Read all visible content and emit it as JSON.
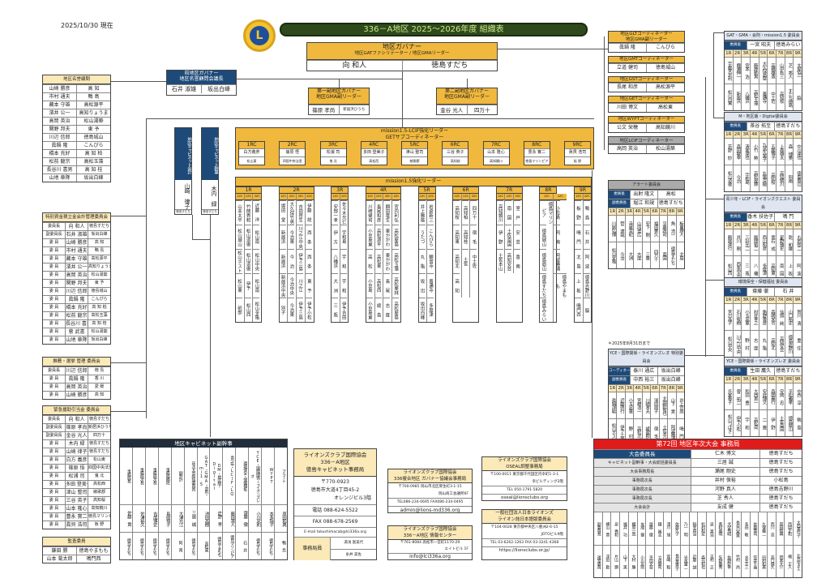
{
  "date": "2025/10/30 現在",
  "logo_text": "L",
  "title": "336－A地区 2025～2026年度 組織表",
  "governor": {
    "title": "地区ガバナー",
    "subtitle": "地区GATファシリテーター / 地区GMAリーダー",
    "name": "向 和人",
    "club": "徳島すだち"
  },
  "former_governor": {
    "title": "前地区ガバナー",
    "subtitle": "地区名誉顧問会議長",
    "name": "石井 淑雄",
    "club": "坂出白峰"
  },
  "vice1": {
    "title": "第一副地区ガバナー",
    "subtitle": "地区GMA副リーダー",
    "name": "篠原 孝尚",
    "club": "新居浜ひうち"
  },
  "vice2": {
    "title": "第二副地区ガバナー",
    "subtitle": "地区GMA副リーダー",
    "name": "金谷 光人",
    "club": "四万十"
  },
  "treasurer": {
    "title": "地区キャビネット会計",
    "name": "山崎 律子",
    "club": "徳島すだち"
  },
  "secretary": {
    "title": "地区キャビネット幹事",
    "name": "木内 緑",
    "club": "徳島すだち"
  },
  "tables": {
    "honorary": {
      "title": "地区名誉顧問",
      "rows": [
        [
          "山崎 勝彦",
          "高 知"
        ],
        [
          "市村 通夫",
          "鴨 島"
        ],
        [
          "藏本 守雄",
          "高松源平"
        ],
        [
          "濱井 公一",
          "高知りょうま"
        ],
        [
          "高岡 英治",
          "松山湯築"
        ],
        [
          "関野 邦夫",
          "東 予"
        ],
        [
          "川辺 信郎",
          "徳島城山"
        ],
        [
          "眞鍋 隆",
          "こんぴら"
        ],
        [
          "橋本 充好",
          "高 知 柏"
        ],
        [
          "松前 龍宗",
          "高松玉藻"
        ],
        [
          "長谷川 喜男",
          "高 知 桂"
        ],
        [
          "山地 章降",
          "坂出白峰"
        ]
      ]
    },
    "fund": {
      "title": "特別資金積立金会計管理委員会",
      "rows": [
        [
          "委員長",
          "向 和人",
          "徳島すだち"
        ],
        [
          "副委員長",
          "石井 淑雄",
          "坂出白峰"
        ],
        [
          "委 員",
          "山崎 勝彦",
          "高 知"
        ],
        [
          "委 員",
          "市村 通夫",
          "鴨 島"
        ],
        [
          "委 員",
          "藏本 守雄",
          "高松源平"
        ],
        [
          "委 員",
          "濱井 公一",
          "高知りょうま"
        ],
        [
          "委 員",
          "高岡 英治",
          "松山湯築"
        ],
        [
          "委 員",
          "関野 邦夫",
          "東 予"
        ],
        [
          "委 員",
          "川辺 信郎",
          "徳島城山"
        ],
        [
          "委 員",
          "眞鍋 隆",
          "こんぴら"
        ],
        [
          "委 員",
          "橋本 充好",
          "高 知 柏"
        ],
        [
          "委 員",
          "松前 龍宗",
          "高松玉藻"
        ],
        [
          "委 員",
          "長谷川 喜男",
          "高 知 桂"
        ],
        [
          "委 員",
          "菅 武書",
          "松山湯築"
        ],
        [
          "委 員",
          "山地 章降",
          "坂出白峰"
        ]
      ]
    },
    "nomination": {
      "title": "推薦・選挙 管理 委員会",
      "rows": [
        [
          "委員長",
          "川辺 信郎",
          "徳 島"
        ],
        [
          "委 員",
          "眞鍋 隆",
          "香 川"
        ],
        [
          "委 員",
          "高岡 英治",
          "愛 媛"
        ],
        [
          "委 員",
          "山崎 勝彦",
          "高 知"
        ]
      ]
    },
    "emergency": {
      "title": "緊急援助引当金 委員会",
      "rows": [
        [
          "委員長",
          "向 和人",
          "徳島すだち"
        ],
        [
          "副委員長",
          "篠原 孝尚",
          "新居浜ひうち"
        ],
        [
          "副委員長",
          "金谷 光人",
          "四万十"
        ],
        [
          "委 員",
          "木内 緑",
          "徳島すだち"
        ],
        [
          "委 員",
          "山崎 律子",
          "徳島すだち"
        ],
        [
          "委 員",
          "白方 義彦",
          "松山東"
        ],
        [
          "委 員",
          "篠原 悟",
          "四国中央法皇"
        ],
        [
          "委 員",
          "松浦 司",
          "鬼 北"
        ],
        [
          "委 員",
          "多田 登美子",
          "高松西"
        ],
        [
          "委 員",
          "津山 整司",
          "綾歌郡"
        ],
        [
          "委 員",
          "三谷 英子",
          "高知桜"
        ],
        [
          "委 員",
          "山本 隆心",
          "高知鏡川"
        ],
        [
          "委 員",
          "豊永 實二",
          "徳島マリンピア"
        ],
        [
          "委 員",
          "眞貝 浩司",
          "板 野"
        ]
      ]
    },
    "audit": {
      "title": "監査委員",
      "rows": [
        [
          "鎌田 勝",
          "徳島やまもも"
        ],
        [
          "山本 菊太郎",
          "鳴門西"
        ]
      ]
    }
  },
  "coordinators": [
    {
      "title": "地区GLTコーディネーター",
      "subtitle": "地区GMA副リーダー",
      "name": "眞鍋 隆",
      "club": "こんぴら"
    },
    {
      "title": "地区GMTコーディネーター",
      "name": "立道 健司",
      "club": "徳島城山"
    },
    {
      "title": "地区GSTコーディネーター",
      "name": "長尾 和彦",
      "club": "高松源平"
    },
    {
      "title": "地区GETコーディネーター",
      "name": "川田 博文",
      "club": "高松東"
    },
    {
      "title": "地区WYPTコーディネーター",
      "name": "公文 栄穂",
      "club": "高知鏡川"
    },
    {
      "title": "地区LCIFコーディネーター",
      "name": "高岡 英治",
      "club": "松山湯築"
    }
  ],
  "zones_label": [
    "1R",
    "2R",
    "3R",
    "4R",
    "5R",
    "6R",
    "7R",
    "8R",
    "9R"
  ],
  "committees": {
    "gat": {
      "title": "GAT・GMA・会則・mission1.5 委員会",
      "officers": [
        [
          "委員長",
          "一宮 昭夫",
          "徳島みらい"
        ]
      ],
      "names": [
        "宇都宮京利",
        "鹿瀬伸一",
        "宮本 浩",
        "藤原勤男",
        "大久保高章",
        "高橋雄造",
        "山中秋三",
        "芝 秀人",
        "大屋協一"
      ],
      "clubs": [
        "松山白鷺",
        "新居浜",
        "八幡浜",
        "高松玉藻",
        "善通寺",
        "中土佐",
        "高知桜",
        "すだち徳島",
        "脇"
      ]
    },
    "digital": {
      "title": "M・地区版・Digital委員会",
      "officers": [
        [
          "委員長",
          "茶谷 拓至",
          "徳島すだち"
        ]
      ],
      "names": [
        "芳野 妙",
        "森田敏幸",
        "清家達也",
        "小竹 勲",
        "九冨久美子",
        "五藤博子",
        "上森雄太",
        "森 博美",
        "中川達也"
      ],
      "clubs": [
        "松山道後",
        "今治",
        "宇和島",
        "高松屋林",
        "丸亀京極",
        "高知桜",
        "高知鏡川",
        "阿南",
        "徳島眉山"
      ]
    },
    "alert": {
      "title": "アラート委員会",
      "officers": [
        [
          "委員長",
          "出射 隆文",
          "高松"
        ],
        [
          "副委員長",
          "堀江 和規",
          "徳島すだち"
        ]
      ],
      "names": [
        "川居弘博",
        "菅 達哉",
        "寺尾幸紀",
        "山内勇広",
        "安下 剛",
        "福田美久",
        "平藤政司",
        "角 浩一",
        "板東理人"
      ],
      "clubs": [
        "松山全亀",
        "今治",
        "大洲",
        "志度",
        "三豊",
        "四万十",
        "南国",
        "徳島すだち",
        "北島"
      ]
    },
    "youth": {
      "title": "青少年・LCIF・ライオンズクエスト 委員会",
      "officers": [
        [
          "委員長",
          "香木 扶佐子",
          "鳴 門"
        ]
      ],
      "names": [
        "鶴居達行",
        "井川 剛",
        "三好光二",
        "飯間裕二",
        "西山昭彦",
        "竜石 成",
        "星野雅史",
        "乾 和雄",
        "丸若修二"
      ],
      "clubs": [
        "松山西",
        "西条中央",
        "三 瓶",
        "八 幡",
        "多度津",
        "高知東",
        "南 国",
        "上 板",
        "阿 波"
      ]
    },
    "env": {
      "title": "環境保全・保健福祉 委員会",
      "officers": [
        [
          "委員長",
          "齋藤 徹",
          "石 井"
        ]
      ],
      "names": [
        "宮川晶子",
        "石川俊樹",
        "小玉忠重",
        "村井孝之",
        "角野貴彦",
        "森崎栄市",
        "仙頭 純",
        "山口裕史",
        "賀川 清"
      ],
      "clubs": [
        "松山中央",
        "川之江中央",
        "野 村",
        "志 度",
        "丸 亀",
        "高知北",
        "高知安芸",
        "徳島吉野川",
        "重 住"
      ]
    },
    "yce": {
      "title": "YCE・国際関係・ライオンズレオ 委員会",
      "officers": [
        [
          "委員長",
          "生田 鷹久",
          "徳島すだち"
        ]
      ],
      "names": [
        "氏家泰子",
        "曽 祐二",
        "和田 豊",
        "大西恵一",
        "安武博文",
        "森岡義行",
        "安岡 忠",
        "平松義孝",
        "中西 淳"
      ],
      "clubs": [
        "松山つばき",
        "伊予小松",
        "宇 和",
        "高松南",
        "二 豊",
        "伊 野",
        "土佐南国",
        "徳島城山",
        "鴨 島"
      ]
    },
    "yce_special": {
      "note": "＊2025年8月31日まで",
      "title": "YCE・国際関係・ライオンズレオ 特別委員会",
      "officers": [
        [
          "コーディネーター",
          "泰川 通広",
          "坂出白峰"
        ],
        [
          "副委員長",
          "中西 裕三",
          "坂出白峰"
        ]
      ],
      "names": [
        "眞鍋洋聡",
        "近藤啓行",
        "小玉忠重",
        "宮崎浩一",
        "川崎孝夫",
        "濱田周子",
        "北岡野智也",
        "山下 実",
        "井上宜高"
      ],
      "clubs": [
        "松山ホスト",
        "伊予土居",
        "野 村",
        "高松北",
        "綾歌郡",
        "宿 毛",
        "土佐本山",
        "阿波勝浦",
        "鳴 門"
      ]
    }
  },
  "mission_rc": {
    "title": "mission1.5-LCIF強化リーダー",
    "subtitle": "GETサブコーディネーター",
    "items": [
      [
        "1RC",
        "白方義彦",
        "松山東"
      ],
      [
        "2RC",
        "篠原 悟",
        "四国中央法皇"
      ],
      [
        "3RC",
        "松浦 司",
        "鬼 北"
      ],
      [
        "4RC",
        "多田 登美子",
        "高松西"
      ],
      [
        "5RC",
        "津山 整司",
        "綾歌郡"
      ],
      [
        "6RC",
        "三谷 英子",
        "高知桜"
      ],
      [
        "7RC",
        "山本 隆心",
        "高知鏡川"
      ],
      [
        "8RC",
        "豊永 實二",
        "徳島マリンピア"
      ],
      [
        "9RC",
        "眞貝 浩司",
        "板 野"
      ]
    ]
  },
  "mission_zone": {
    "title": "mission1.5強化リーダー",
    "zones": [
      {
        "label": "1R",
        "cols": [
          [
            "1ZC",
            "山本太平",
            "松山城山",
            "松山ホスト",
            "松山東",
            "砥部"
          ],
          [
            "2ZC",
            "竹岡秀和",
            "松山道後",
            "松山道後",
            "伊予",
            "松山西"
          ],
          [
            "3ZC",
            "近藤 洋",
            "松山南",
            "松山中央",
            "松山南",
            "松山全亀"
          ]
        ]
      },
      {
        "label": "2R",
        "cols": [
          [
            "1ZC",
            "堀田 堂",
            "新居浜",
            "新居浜",
            "新居浜中央",
            "別子"
          ],
          [
            "2ZC",
            "大久保竹男",
            "今治東",
            "今 治",
            "今治中央",
            "今治東"
          ],
          [
            "3ZC",
            "吉田啓生",
            "川之江中央",
            "伊予三島",
            "川之江",
            "伊予三島"
          ],
          [
            "4ZC",
            "伊藤 総",
            "西 条",
            "西 条",
            "東 予",
            "伊予小松"
          ]
        ]
      },
      {
        "label": "3R",
        "cols": [
          [
            "1ZC",
            "安部一孝",
            "伊 方",
            "八幡浜",
            "大 洲",
            "三 瓶"
          ],
          [
            "2ZC",
            "佐々木光仁",
            "宇和島",
            "宇 和",
            "宇 和",
            "伊予吉田"
          ]
        ]
      },
      {
        "label": "4R",
        "cols": [
          [
            "1ZC",
            "川崎健司",
            "小豆島東",
            "高 松",
            "小豆島",
            "小豆島東"
          ],
          [
            "2ZC",
            "長尾和彦",
            "高松源平",
            "高松東",
            "高松西",
            "綾 島"
          ],
          [
            "3ZC",
            "額田竜生",
            "東かがわ",
            "東かがわ",
            "長 尾",
            "志 度"
          ],
          [
            "4ZC",
            "宮内利弘",
            "高松屋島",
            "高松玉藻",
            "高松栗林",
            "高松屋島"
          ]
        ]
      },
      {
        "label": "5R",
        "cols": [
          [
            "1ZC",
            "井上雅雄",
            "うたづ",
            "丸 亀",
            "坂 出",
            "坂出白峰"
          ],
          [
            "2ZC",
            "岩倉新三",
            "こんぴら",
            "観音寺",
            "善通寺",
            "多度津"
          ]
        ]
      },
      {
        "label": "6R",
        "cols": [
          [
            "1ZC",
            "高知桜",
            "高知東",
            "高知北",
            "高 知"
          ],
          [
            "2ZC",
            "高知柏",
            "高知桂",
            "土佐"
          ],
          [
            "3ZC",
            "四万十",
            "宿 毛",
            "中土佐"
          ]
        ]
      },
      {
        "label": "7R",
        "cols": [
          [
            "1ZC",
            "高知鏡川",
            "伊 野",
            "土佐本山"
          ],
          [
            "2ZC",
            "南 国",
            "土佐南国",
            "高知安芸"
          ],
          [
            "3ZC",
            "室 戸",
            "安 芸",
            "香 南"
          ]
        ]
      },
      {
        "label": "8R",
        "cols": [
          [
            "1ZC",
            "徳島マリンピア",
            "徳島城山",
            "徳島眉山",
            "徳島すだち",
            "徳島みらい"
          ],
          [
            "2ZC",
            "小松島",
            "阿 南",
            "阿波勝浦",
            "徳島やまもも"
          ]
        ]
      },
      {
        "label": "9R",
        "cols": [
          [
            "1ZC",
            "板 野",
            "鳴 門",
            "北 島",
            "上 板",
            "鳴門西"
          ],
          [
            "2ZC",
            "鴨 島",
            "石 井",
            "阿 波",
            "徳島吉野川",
            "脇"
          ]
        ]
      }
    ]
  },
  "vice_secretaries": {
    "title": "地区キャビネット副幹事",
    "cols": [
      [
        "事務局長",
        "佐藤 貴",
        "徳島すだち"
      ],
      [
        "事務局次長",
        "佐津裕久",
        "徳島すだち"
      ],
      [
        "事務局次長",
        "吉成博史",
        "徳島すだち"
      ],
      [
        "事務局補佐",
        "長船恒子",
        "徳島すだち"
      ],
      [
        "副会計",
        "大津光江",
        "阿 南"
      ],
      [
        "年次大会総括委員長",
        "三居 誠",
        "徳島すだち"
      ],
      [
        "GAT・GMA・会則・mi1.5",
        "池田昌樹",
        "高松東"
      ],
      [
        "DM・地区版・Digital",
        "庄野 孝",
        "徳島やまもも"
      ],
      [
        "青少年・LCIF・LQ",
        "藤田清人",
        "徳島マリンピア"
      ],
      [
        "環境保全・保健福祉",
        "齋藤 徹",
        "石 井"
      ],
      [
        "YCE・国際関係・ライオンズレオ",
        "小川忠則",
        "徳島すだち"
      ],
      [
        "WYPT",
        "本多瑞子",
        "徳島すだち"
      ],
      [
        "アラート",
        "原田和典",
        "鴨 島"
      ]
    ]
  },
  "office": {
    "title1": "ライオンズクラブ国際協会",
    "title2": "336－A地区",
    "title3": "徳島キャビネット事務局",
    "postal": "〒770-0923",
    "addr1": "徳島市大道4丁目45-2",
    "addr2": "オレンジビル3階",
    "tel": "電話 088-624-5522",
    "fax": "FAX 088-678-2569",
    "email": "E-mail tokushimacab@lci336a.org",
    "staff_label": "事務局員",
    "staff": [
      "湯浅 富美代",
      "糸井 美佐"
    ]
  },
  "md_office": {
    "title1": "ライオンズクラブ国際協会",
    "title2": "336複合地区 ガバナー協議会事務局",
    "addr1": "〒700-0985 岡山市北区厚生町3-1-15",
    "addr2": "岡山商工会議所6F",
    "tel": "TEL086-234-0695 FAX086-234-0495",
    "email": "admin@lions-md336.org"
  },
  "info_center": {
    "title1": "ライオンズクラブ国際協会",
    "title2": "336－A地区 情報センター",
    "addr1": "〒761-8084 高松市一宮町1170-29",
    "addr2": "エイトビル 1F",
    "email": "info@lci336a.org"
  },
  "oseal": {
    "title1": "ライオンズクラブ国際協会",
    "title2": "OSEAL調整事務局",
    "addr1": "〒100-0011 東京都千代田区内幸町1-3-1",
    "addr2": "幸ビルディング2階",
    "tel": "TEL 050-1791-5820",
    "email": "oseal@lionsclubs.org"
  },
  "lions_japan": {
    "title1": "一般社団法人日本ライオンズ",
    "title2": "ライオン誌日本語版委員会",
    "addr1": "〒104-0028 東京都中央区八重洲2-6-15",
    "addr2": "JOTOビル9階",
    "tel": "TEL 03-6262-1263 FAX 03-3241-4368",
    "url": "https://lionsclubs.or.jp/"
  },
  "convention": {
    "title": "第72回 地区年次大会 事務局",
    "rows": [
      [
        "大会委員長",
        "仁木 博文",
        "徳島すだち"
      ],
      [
        "キャビネット副幹事・大会総括委員長",
        "三居 誠",
        "徳島すだち"
      ],
      [
        "大会事務局長",
        "瀬尾 剛史",
        "徳島すだち"
      ],
      [
        "事務局次長",
        "井村 保裕",
        "小松島"
      ],
      [
        "事務局次長",
        "河野 真人",
        "徳島吉野川"
      ],
      [
        "事務局次長",
        "芝 秀人",
        "徳島すだち"
      ],
      [
        "大会会計",
        "友成 健",
        "徳島すだち"
      ]
    ],
    "grid": [
      [
        "副委員長",
        "運営委員"
      ],
      [
        "横山 豊",
        "浮田 勤"
      ],
      [
        "泉 秀和",
        "片山 顕"
      ],
      [
        "福井 功",
        "山下 実"
      ],
      [
        "梶原一哉",
        "大村 勝"
      ],
      [
        "友成 健",
        "小川忠則"
      ],
      [
        "齋藤 徹",
        "平岡文吾"
      ],
      [
        "鎌 昌志",
        "立道健司"
      ],
      [
        "津川 旭",
        "宮崎 聡"
      ],
      [
        "佐藤久子",
        "長谷美恵子"
      ],
      [
        "乃一 明",
        "光永實二"
      ],
      [
        "稲生真治",
        "近藤 誠"
      ],
      [
        "松村和宏",
        "森元和也"
      ],
      [
        "泉 真治",
        "吉村 正"
      ],
      [
        "奥村泰明",
        "矢野義秀"
      ],
      [
        "犬伏秀昭",
        "佐野好幸"
      ],
      [
        "長谷川昌美",
        "竹村 尚"
      ],
      [
        "多田 敏",
        "水主圭三"
      ],
      [
        "佐藤豊司",
        "笠井千晶"
      ],
      [
        "久保義二",
        "田村和美"
      ],
      [
        "西川 忠",
        "高口倫久"
      ],
      [
        "原田和典",
        "岡本大介"
      ],
      [
        "西岡正和",
        "楠 正人"
      ],
      [
        "大西美代子",
        "北島ゆきえ"
      ]
    ]
  },
  "colors": {
    "orange": "#f0b83c",
    "navy": "#1e4a7a",
    "cream": "#fbe9b8",
    "green": "#2e4a1c",
    "red": "#e01b1b"
  }
}
